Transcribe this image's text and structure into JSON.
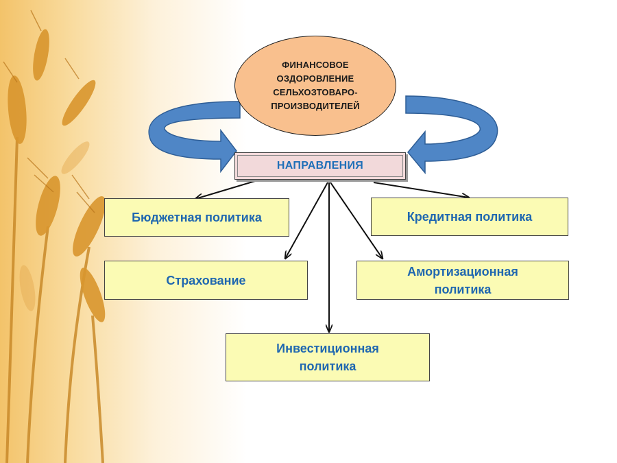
{
  "colors": {
    "ellipse_fill": "#f9c08e",
    "box_fill": "#fbfbb4",
    "header_fill": "#f2d9da",
    "text_blue": "#1f67b0",
    "curved_arrow": "#4f86c6"
  },
  "diagram": {
    "center_title": "ФИНАНСОВОЕ\nОЗДОРОВЛЕНИЕ\nСЕЛЬХОЗТОВАРО-\nПРОИЗВОДИТЕЛЕЙ",
    "directions_label": "НАПРАВЛЕНИЯ",
    "boxes": {
      "budget": "Бюджетная политика",
      "credit": "Кредитная политика",
      "insurance": "Страхование",
      "amortization": "Амортизационная\nполитика",
      "investment": "Инвестиционная\nполитика"
    }
  }
}
